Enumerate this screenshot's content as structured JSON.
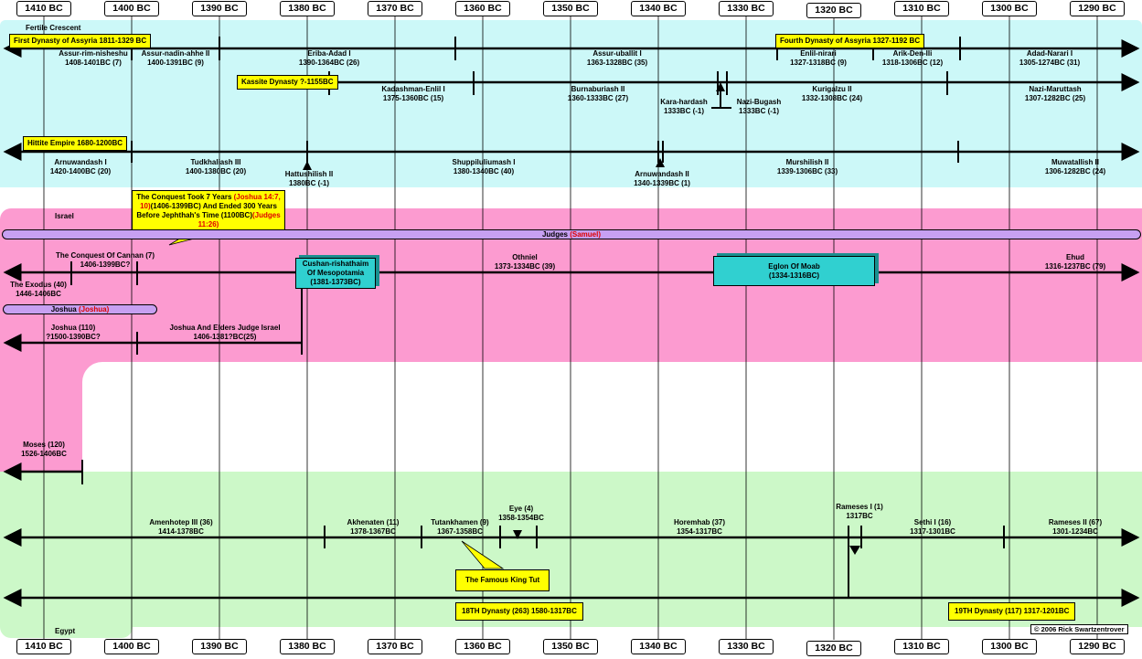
{
  "axis": {
    "ticks": [
      "1410 BC",
      "1400 BC",
      "1390 BC",
      "1380 BC",
      "1370 BC",
      "1360 BC",
      "1350 BC",
      "1340 BC",
      "1330 BC",
      "1320 BC",
      "1310 BC",
      "1300 BC",
      "1290 BC"
    ]
  },
  "regions": {
    "fertile_crescent": "Fertile Crescent",
    "israel": "Israel",
    "egypt": "Egypt"
  },
  "assyria": {
    "label1": "First Dynasty of  Assyria 1811-1329 BC",
    "label2": "Fourth Dynasty of  Assyria 1327-1192 BC",
    "kings": [
      {
        "n": "Assur-rim-nisheshu",
        "d": "1408-1401BC (7)"
      },
      {
        "n": "Assur-nadin-ahhe II",
        "d": "1400-1391BC (9)"
      },
      {
        "n": "Eriba-Adad I",
        "d": "1390-1364BC (26)"
      },
      {
        "n": "Assur-uballit I",
        "d": "1363-1328BC (35)"
      },
      {
        "n": "Enlil-nirari",
        "d": "1327-1318BC (9)"
      },
      {
        "n": "Arik-Den-Ili",
        "d": "1318-1306BC (12)"
      },
      {
        "n": "Adad-Narari I",
        "d": "1305-1274BC (31)"
      }
    ]
  },
  "kassite": {
    "label": "Kassite Dynasty ?-1155BC",
    "kings": [
      {
        "n": "Kadashman-Enlil I",
        "d": "1375-1360BC (15)"
      },
      {
        "n": "Burnaburiash II",
        "d": "1360-1333BC (27)"
      },
      {
        "n": "Kara-hardash",
        "d": "1333BC (-1)"
      },
      {
        "n": "Nazi-Bugash",
        "d": "1333BC (-1)"
      },
      {
        "n": "Kurigalzu II",
        "d": "1332-1308BC (24)"
      },
      {
        "n": "Nazi-Maruttash",
        "d": "1307-1282BC (25)"
      }
    ]
  },
  "hittite": {
    "label": "Hittite Empire 1680-1200BC",
    "kings": [
      {
        "n": "Arnuwandash I",
        "d": "1420-1400BC (20)"
      },
      {
        "n": "Tudkhaliash III",
        "d": "1400-1380BC (20)"
      },
      {
        "n": "Hattushilish II",
        "d": "1380BC (-1)"
      },
      {
        "n": "Shuppiluliumash I",
        "d": "1380-1340BC (40)"
      },
      {
        "n": "Arnuwandash II",
        "d": "1340-1339BC (1)"
      },
      {
        "n": "Murshilish II",
        "d": "1339-1306BC (33)"
      },
      {
        "n": "Muwatallish II",
        "d": "1306-1282BC (24)"
      }
    ]
  },
  "israel": {
    "callout_a": "The Conquest Took 7 Years",
    "callout_ref1": "(Joshua 14:7, 10)",
    "callout_b": "(1406-1399BC) And Ended 300 Years Before Jephthah's Time (1100BC)",
    "callout_ref2": "(Judges 11:26)",
    "judges_label": "Judges",
    "judges_ref": "(Samuel)",
    "joshua_label": "Joshua",
    "joshua_ref": "(Joshua)",
    "conquest": {
      "n": "The Conquest Of Cannan (7)",
      "d": "1406-1399BC?"
    },
    "exodus": {
      "n": "The Exodus (40)",
      "d": "1446-1406BC"
    },
    "othniel": {
      "n": "Othniel",
      "d": "1373-1334BC (39)"
    },
    "ehud": {
      "n": "Ehud",
      "d": "1316-1237BC (79)"
    },
    "cushan": {
      "l1": "Cushan-rishathaim",
      "l2": "Of Mesopotamia",
      "l3": "(1381-1373BC)"
    },
    "eglon": {
      "l1": "Eglon Of Moab",
      "l2": "(1334-1316BC)"
    },
    "joshua_life": {
      "n": "Joshua (110)",
      "d": "?1500-1390BC?"
    },
    "joshua_elders": {
      "n": "Joshua And Elders Judge Israel",
      "d": "1406-1381?BC(25)"
    },
    "moses": {
      "n": "Moses (120)",
      "d": "1526-1406BC"
    }
  },
  "egypt": {
    "kings": [
      {
        "n": "Amenhotep III (36)",
        "d": "1414-1378BC"
      },
      {
        "n": "Akhenaten (11)",
        "d": "1378-1367BC"
      },
      {
        "n": "Tutankhamen (9)",
        "d": "1367-1358BC"
      },
      {
        "n": "Eye (4)",
        "d": "1358-1354BC"
      },
      {
        "n": "Horemhab (37)",
        "d": "1354-1317BC"
      },
      {
        "n": "Rameses I (1)",
        "d": "1317BC"
      },
      {
        "n": "Sethi I (16)",
        "d": "1317-1301BC"
      },
      {
        "n": "Rameses II (67)",
        "d": "1301-1234BC"
      }
    ],
    "tut_callout": "The Famous King Tut",
    "dyn18": "18TH Dynasty (263) 1580-1317BC",
    "dyn19": "19TH Dynasty (117) 1317-1201BC"
  },
  "copyright": "© 2006 Rick Swartzentrover",
  "colors": {
    "cyan": "#ccf8f8",
    "pink": "#fc9bd0",
    "green": "#ccf8c8",
    "yellow": "#ffff00",
    "purple": "#c7a0f2",
    "teal": "#30d0d0"
  }
}
